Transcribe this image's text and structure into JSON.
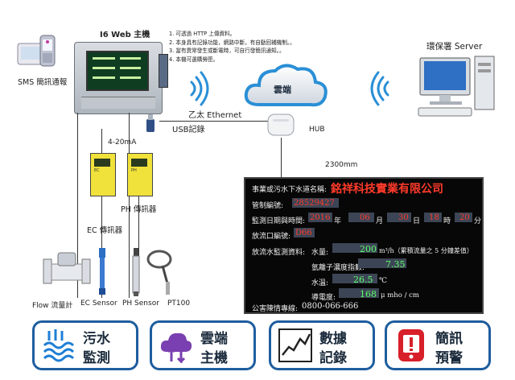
{
  "labels": {
    "device_title": "I6 Web 主機",
    "sms": "SMS 簡訊通報",
    "server": "環保署 Server",
    "cloud": "雲端",
    "ethernet": "乙太 Ethernet",
    "usb": "USB記錄",
    "hub": "HUB",
    "current": "4-20mA",
    "ph_transmitter": "PH 傳訊器",
    "ec_transmitter": "EC 傳訊器",
    "distance": "2300mm",
    "flow_meter": "Flow 流量計",
    "ec_sensor": "EC Sensor",
    "ph_sensor": "PH Sensor",
    "pt100": "PT100"
  },
  "info_list": [
    "1. 可透過 HTTP 上傳資料。",
    "2. 本身具有記錄功能，網路中斷，有自動回補機制。。",
    "3. 當有異常發生或斷電時，可自行發簡訊通知。。",
    "4. 本機可選購勞匣。"
  ],
  "panel": {
    "company_label": "事業或污水下水道名稱:",
    "company_name": "銘祥科技實業有限公司",
    "control_label": "管制編號:",
    "control_no": "28529427",
    "datetime_label": "監測日期與時間:",
    "year": "2016",
    "year_unit": "年",
    "month": "06",
    "month_unit": "月",
    "day": "30",
    "day_unit": "日",
    "hour": "18",
    "hour_unit": "時",
    "minute": "20",
    "minute_unit": "分",
    "outlet_label": "放流口編號:",
    "outlet_no": "D66",
    "monitor_label": "放流水監測資料:",
    "water_label": "水量:",
    "water_value": "200",
    "water_unit": "m³/h（累積流量之 5 分鐘差值）",
    "ph_label": "氫離子濃度指數:",
    "ph_value": "7.35",
    "temp_label": "水溫:",
    "temp_value": "26.5",
    "temp_unit": "℃",
    "cond_label": "導電度:",
    "cond_value": "168",
    "cond_unit": "μ mho / cm",
    "hotline_label": "公害陳情專線:",
    "hotline": "0800-066-666"
  },
  "features": [
    {
      "line1": "污水",
      "line2": "監測",
      "icon": "wastewater-icon"
    },
    {
      "line1": "雲端",
      "line2": "主機",
      "icon": "cloud-upload-icon"
    },
    {
      "line1": "數據",
      "line2": "記錄",
      "icon": "line-chart-icon"
    },
    {
      "line1": "簡訊",
      "line2": "預警",
      "icon": "sms-alert-icon"
    }
  ],
  "colors": {
    "accent": "#1e5d9e",
    "led_red": "#ff3a2a",
    "led_green": "#5cff6a",
    "wifi": "#2a8fd6",
    "feature_purple": "#7a3fb0",
    "feature_red": "#d8202a"
  }
}
